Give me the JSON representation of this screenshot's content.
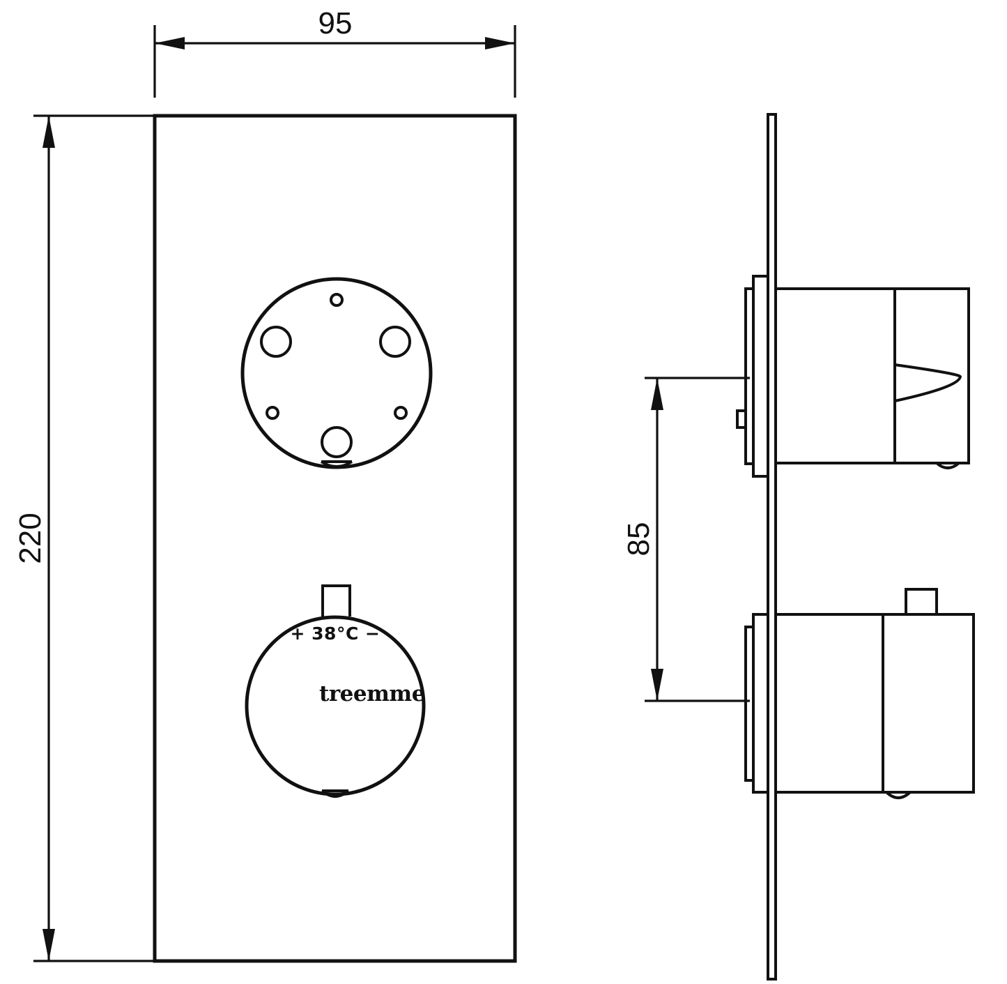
{
  "drawing": {
    "title": "Thermostatic shower mixer technical drawing",
    "line_color": "#111111",
    "background_color": "#ffffff",
    "views": {
      "front": {
        "name": "front-elevation"
      },
      "side": {
        "name": "side-section"
      }
    }
  },
  "dimensions": {
    "width_label": "95",
    "height_label": "220",
    "side_height_label": "85",
    "units_note": ""
  },
  "front_view": {
    "panel": {
      "name": "escutcheon-plate"
    },
    "upper_control": {
      "name": "diverter-control",
      "holes": [
        "hole-small-top",
        "hole-large-upper-left",
        "hole-large-upper-right",
        "hole-small-lower-left",
        "hole-small-lower-right",
        "hole-large-bottom"
      ]
    },
    "lower_control": {
      "name": "thermostatic-knob",
      "temperature_label": "+ 38°C −",
      "brand_label": "treemme"
    }
  },
  "side_view": {
    "upper_assembly": {
      "name": "diverter-cartridge-side"
    },
    "lower_assembly": {
      "name": "thermostatic-cartridge-side"
    }
  }
}
